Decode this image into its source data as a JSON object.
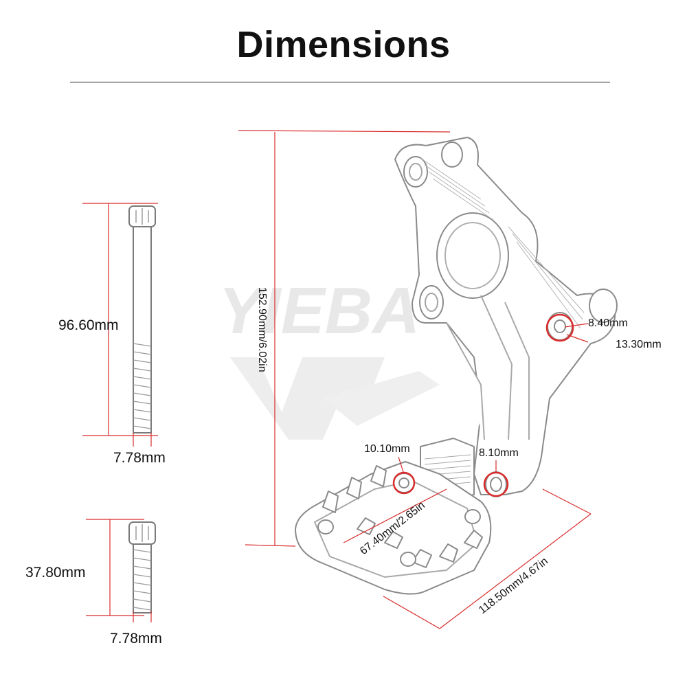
{
  "title": "Dimensions",
  "watermark": "YIEBA",
  "colors": {
    "dimension_line": "#d92b2b",
    "outline": "#7a7a7a",
    "text": "#111111"
  },
  "long_bolt": {
    "length": "96.60mm",
    "diameter": "7.78mm"
  },
  "short_bolt": {
    "length": "37.80mm",
    "diameter": "7.78mm"
  },
  "bracket": {
    "height": "152.90mm/6.02in",
    "peg_length": "67.40mm/2.65in",
    "depth": "118.50mm/4.67in",
    "mount_hole_inner": "8.40mm",
    "mount_hole_outer": "13.30mm",
    "peg_hole": "10.10mm",
    "pivot_hole": "8.10mm"
  }
}
